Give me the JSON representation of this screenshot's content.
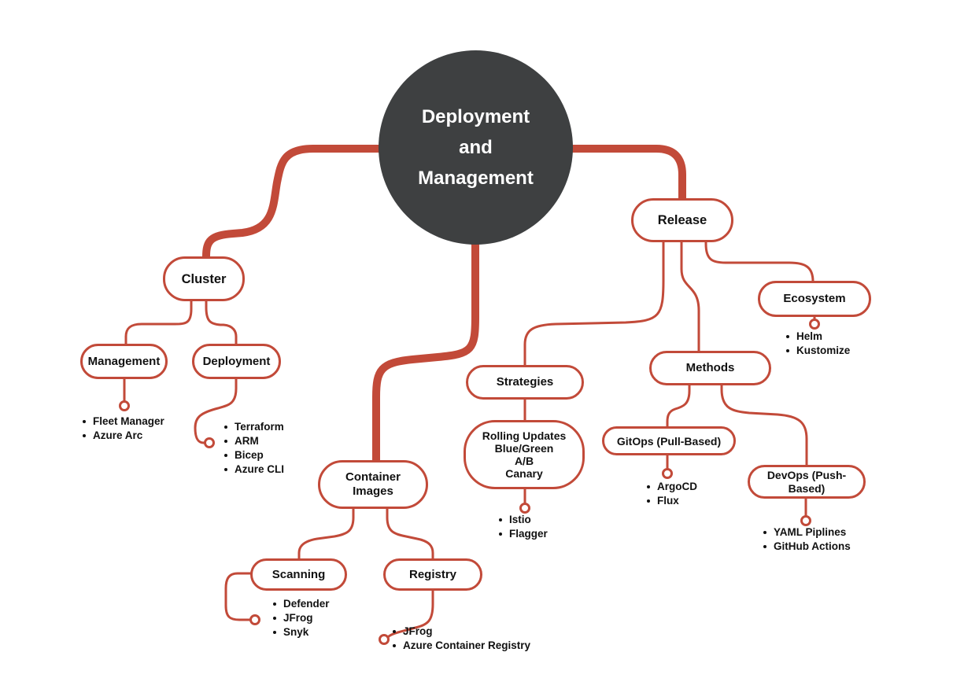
{
  "colors": {
    "accent": "#c24a39",
    "center_bg": "#3e4041",
    "ink": "#111111"
  },
  "center": {
    "title": "Deployment and Management"
  },
  "nodes": {
    "cluster": {
      "label": "Cluster"
    },
    "management": {
      "label": "Management"
    },
    "deployment": {
      "label": "Deployment"
    },
    "container_images": {
      "label": "Container Images"
    },
    "scanning": {
      "label": "Scanning"
    },
    "registry": {
      "label": "Registry"
    },
    "release": {
      "label": "Release"
    },
    "ecosystem": {
      "label": "Ecosystem"
    },
    "strategies": {
      "label": "Strategies"
    },
    "strategy_group": {
      "lines": [
        "Rolling Updates",
        "Blue/Green",
        "A/B",
        "Canary"
      ]
    },
    "methods": {
      "label": "Methods"
    },
    "gitops": {
      "label": "GitOps (Pull-Based)"
    },
    "devops": {
      "label": "DevOps (Push-Based)"
    }
  },
  "lists": {
    "management": {
      "items": [
        "Fleet Manager",
        "Azure Arc"
      ]
    },
    "deployment": {
      "items": [
        "Terraform",
        "ARM",
        "Bicep",
        "Azure CLI"
      ]
    },
    "scanning": {
      "items": [
        "Defender",
        "JFrog",
        "Snyk"
      ]
    },
    "registry": {
      "items": [
        "JFrog",
        "Azure Container Registry"
      ]
    },
    "strategies": {
      "items": [
        "Istio",
        "Flagger"
      ]
    },
    "gitops": {
      "items": [
        "ArgoCD",
        "Flux"
      ]
    },
    "devops": {
      "items": [
        "YAML Piplines",
        "GitHub Actions"
      ]
    },
    "ecosystem": {
      "items": [
        "Helm",
        "Kustomize"
      ]
    }
  }
}
